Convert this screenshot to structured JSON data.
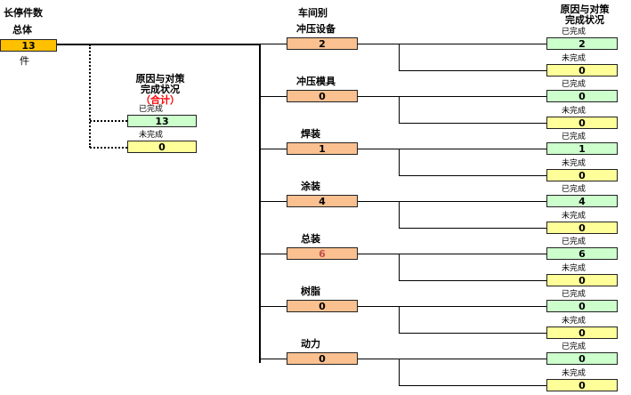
{
  "header": {
    "title": "长停件数",
    "overall_label": "总体",
    "total_count": "13",
    "unit": "件",
    "workshop_heading": "车间别",
    "reason_heading_line1": "原因与对策",
    "reason_heading_line2": "完成状况"
  },
  "summary": {
    "heading_line1": "原因与对策",
    "heading_line2": "完成状况",
    "heading_line3": "（合计）",
    "completed_label": "已完成",
    "completed_count": "13",
    "pending_label": "未完成",
    "pending_count": "0"
  },
  "workshops": [
    {
      "name": "冲压设备",
      "count": "2",
      "completed_label": "已完成",
      "completed": "2",
      "pending_label": "未完成",
      "pending": "0"
    },
    {
      "name": "冲压模具",
      "count": "0",
      "completed_label": "已完成",
      "completed": "0",
      "pending_label": "未完成",
      "pending": "0"
    },
    {
      "name": "焊装",
      "count": "1",
      "completed_label": "已完成",
      "completed": "1",
      "pending_label": "未完成",
      "pending": "0"
    },
    {
      "name": "涂装",
      "count": "4",
      "completed_label": "已完成",
      "completed": "4",
      "pending_label": "未完成",
      "pending": "0"
    },
    {
      "name": "总装",
      "count": "6",
      "completed_label": "已完成",
      "completed": "6",
      "pending_label": "未完成",
      "pending": "0"
    },
    {
      "name": "树脂",
      "count": "0",
      "completed_label": "已完成",
      "completed": "0",
      "pending_label": "未完成",
      "pending": "0"
    },
    {
      "name": "动力",
      "count": "0",
      "completed_label": "已完成",
      "completed": "0",
      "pending_label": "未完成",
      "pending": "0"
    }
  ]
}
